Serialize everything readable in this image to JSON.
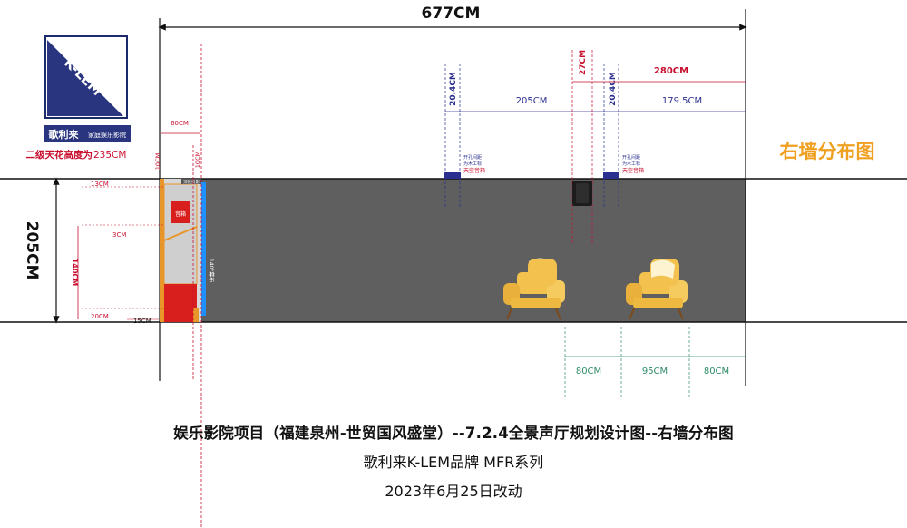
{
  "logo": {
    "brand_mark": "K-LEM",
    "chinese_name": "歌利来",
    "tagline": "家庭娱乐影院",
    "ceiling_note_prefix": "二级天花高度为",
    "ceiling_note_value": "235CM"
  },
  "diagram": {
    "total_width": "677CM",
    "total_height": "205CM",
    "view_title": "右墙分布图",
    "dims_top": {
      "d60": "60CM",
      "d27": "27CM",
      "d280": "280CM",
      "d20_4_left": "20.4CM",
      "d205": "205CM",
      "d20_4_right": "20.4CM",
      "d179_5": "179.5CM",
      "d10_left": "10CM",
      "d10_right": "10CM"
    },
    "dims_left": {
      "d13": "13CM",
      "d3": "3CM",
      "d140": "140CM",
      "d20": "20CM",
      "d15": "15CM"
    },
    "dims_bottom": {
      "d80_left": "80CM",
      "d95": "95CM",
      "d80_right": "80CM"
    },
    "labels": {
      "speaker_box": "音箱",
      "screen": "140\"幕布",
      "ceiling_speaker_left": "天空音箱",
      "ceiling_speaker_right": "天空音箱",
      "ceiling_note_left_1": "开孔间距",
      "ceiling_note_left_2": "为木工标",
      "ceiling_note_right_1": "开孔间距",
      "ceiling_note_right_2": "为木工标",
      "top_tag": "顶装投影"
    },
    "colors": {
      "wall": "#5f5f5f",
      "red_dim": "#c8102e",
      "navy_dim": "#2b2f8f",
      "green_dim": "#2e8b67",
      "orange_title": "#f0a020",
      "screen_blue": "#1e90ff",
      "chair": "#f2c14e"
    }
  },
  "captions": {
    "title": "娱乐影院项目（福建泉州-世贸国风盛堂）--7.2.4全景声厅规划设计图--右墙分布图",
    "brand": "歌利来K-LEM品牌  MFR系列",
    "date": "2023年6月25日改动"
  }
}
